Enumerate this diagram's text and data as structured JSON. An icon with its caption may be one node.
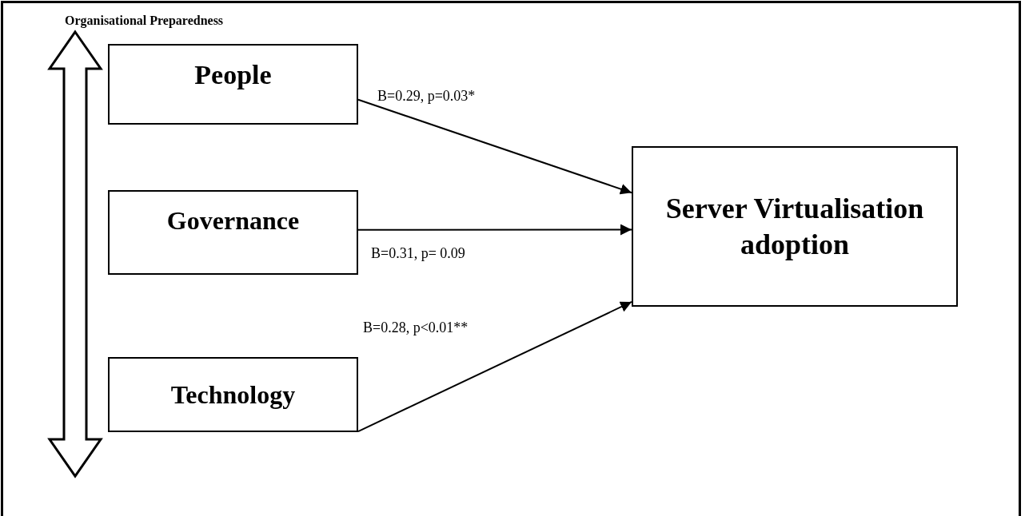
{
  "diagram": {
    "title": "Organisational Preparedness",
    "nodes": [
      {
        "text": [
          "People"
        ]
      },
      {
        "text": [
          "Governance"
        ]
      },
      {
        "text": [
          "Technology"
        ]
      },
      {
        "text": [
          "Server Virtualisation adoption"
        ]
      }
    ],
    "edges": [
      {
        "from": 0,
        "to": 3,
        "arrow": "to",
        "label": "B=0.29, p=0.03*"
      },
      {
        "from": 1,
        "to": 3,
        "arrow": "to",
        "label": "B=0.31, p= 0.09"
      },
      {
        "from": 2,
        "to": 3,
        "arrow": "to",
        "label": "B=0.28, p<0.01**"
      }
    ]
  }
}
